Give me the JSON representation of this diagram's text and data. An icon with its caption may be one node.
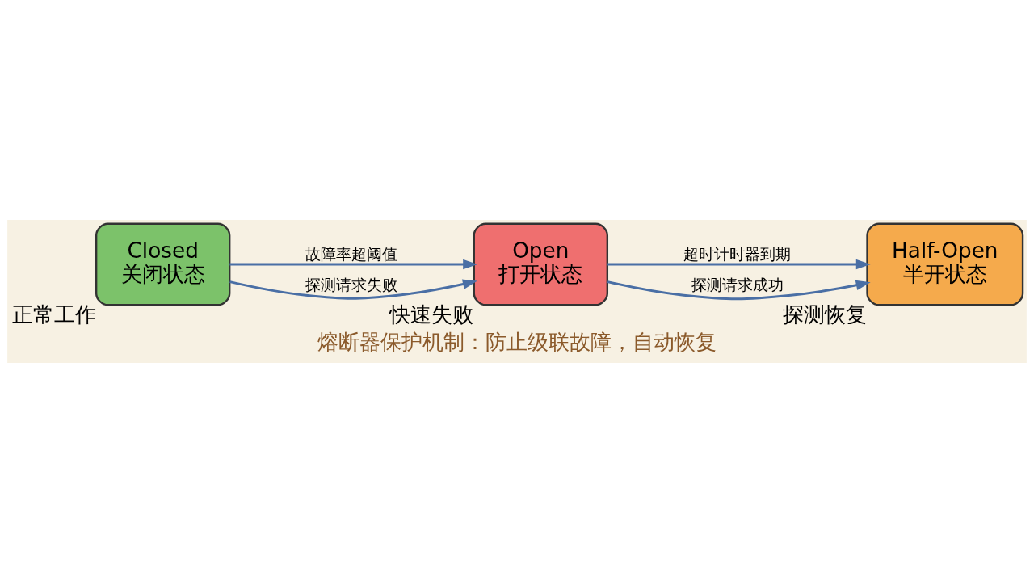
{
  "diagram": {
    "caption": "熔断器保护机制：防止级联故障，自动恢复",
    "nodes": [
      {
        "text": [
          "Closed",
          "关闭状态"
        ],
        "beside": [
          "正常工作"
        ]
      },
      {
        "text": [
          "Open",
          "打开状态"
        ],
        "beside": [
          "快速失败"
        ]
      },
      {
        "text": [
          "Half-Open",
          "半开状态"
        ],
        "beside": [
          "探测恢复"
        ]
      }
    ],
    "edges": [
      {
        "from": 0,
        "to": 1,
        "arrow": "to",
        "label": "故障率超阈值"
      },
      {
        "from": 1,
        "to": 2,
        "arrow": "to",
        "label": "超时计时器到期"
      },
      {
        "from": 0,
        "to": 1,
        "arrow": "to",
        "label": "探测请求失败"
      },
      {
        "from": 1,
        "to": 2,
        "arrow": "to",
        "label": "探测请求成功"
      }
    ]
  }
}
